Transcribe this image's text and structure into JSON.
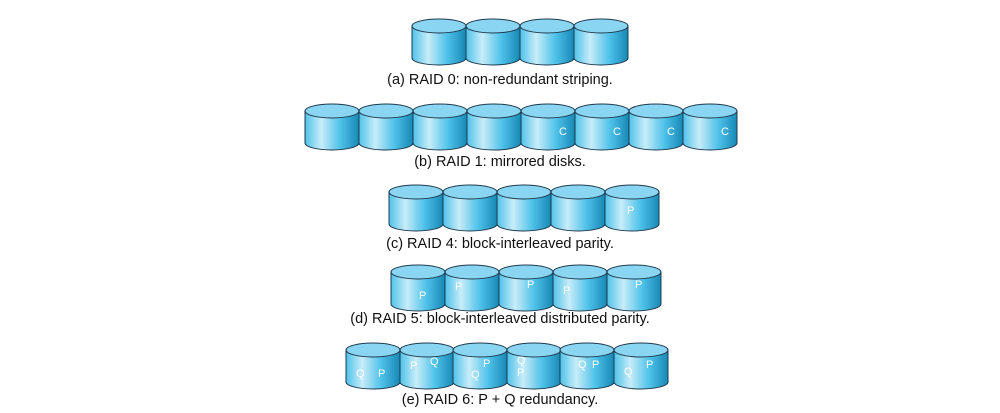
{
  "colors": {
    "disk_body_light": "#c8ecf8",
    "disk_body_mid": "#4fc2ea",
    "disk_body_dark": "#1788b5",
    "disk_top": "#8ad6f2",
    "disk_outline": "#1f3a4d",
    "label_text": "#ffffff"
  },
  "rows": [
    {
      "caption": "(a) RAID 0: non-redundant striping.",
      "disks": [
        {
          "labels": []
        },
        {
          "labels": []
        },
        {
          "labels": []
        },
        {
          "labels": []
        }
      ]
    },
    {
      "caption": "(b) RAID 1: mirrored disks.",
      "disks": [
        {
          "labels": []
        },
        {
          "labels": []
        },
        {
          "labels": []
        },
        {
          "labels": []
        },
        {
          "labels": [
            "C"
          ]
        },
        {
          "labels": [
            "C"
          ]
        },
        {
          "labels": [
            "C"
          ]
        },
        {
          "labels": [
            "C"
          ]
        }
      ]
    },
    {
      "caption": "(c) RAID 4: block-interleaved parity.",
      "disks": [
        {
          "labels": []
        },
        {
          "labels": []
        },
        {
          "labels": []
        },
        {
          "labels": []
        },
        {
          "labels": [
            "P"
          ]
        }
      ]
    },
    {
      "caption": "(d) RAID 5: block-interleaved distributed parity.",
      "disks": [
        {
          "labels": [
            "P"
          ]
        },
        {
          "labels": [
            "P"
          ]
        },
        {
          "labels": [
            "P"
          ]
        },
        {
          "labels": [
            "P"
          ]
        },
        {
          "labels": [
            "P"
          ]
        }
      ]
    },
    {
      "caption": "(e) RAID 6: P + Q redundancy.",
      "disks": [
        {
          "labels": [
            "Q",
            "P"
          ]
        },
        {
          "labels": [
            "P",
            "Q"
          ]
        },
        {
          "labels": [
            "Q",
            "P"
          ]
        },
        {
          "labels": [
            "Q",
            "P"
          ]
        },
        {
          "labels": [
            "Q",
            "P"
          ]
        },
        {
          "labels": [
            "Q",
            "P"
          ]
        }
      ]
    }
  ]
}
